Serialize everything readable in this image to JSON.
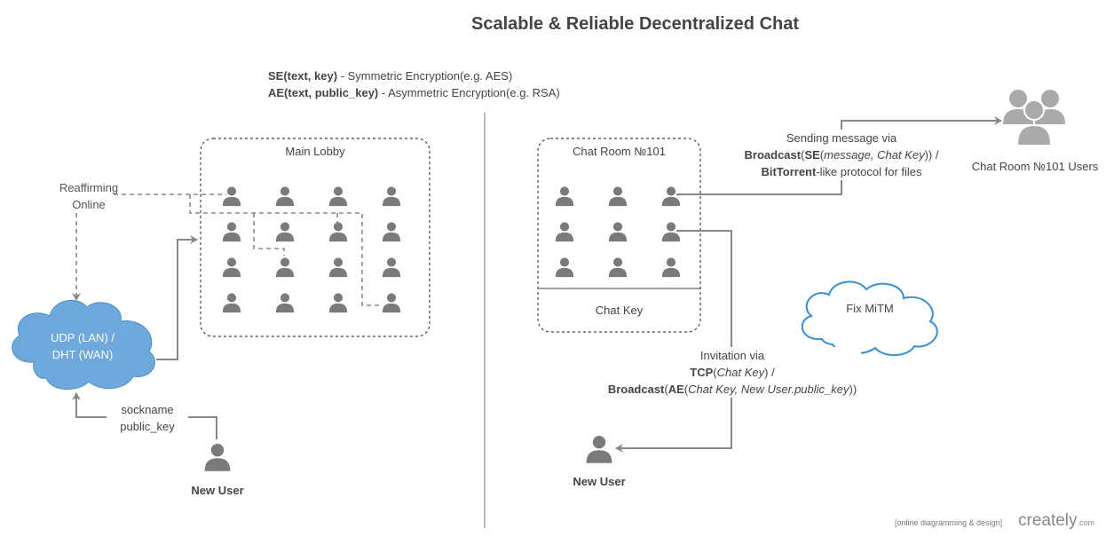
{
  "title": "Scalable & Reliable Decentralized Chat",
  "legend": {
    "se_term": "SE(text, key)",
    "se_desc": " - Symmetric Encryption(e.g. AES)",
    "ae_term": "AE(text, public_key)",
    "ae_desc": " - Asymmetric Encryption(e.g. RSA)"
  },
  "main_lobby": {
    "label": "Main Lobby"
  },
  "chat_room": {
    "label": "Chat Room №101",
    "key_label": "Chat Key"
  },
  "cloud": {
    "line1": "UDP (LAN) /",
    "line2": "DHT (WAN)"
  },
  "reaffirming": {
    "line1": "Reaffirming",
    "line2": "Online"
  },
  "new_user_left": {
    "label": "New User",
    "edge_line1": "sockname",
    "edge_line2": "public_key"
  },
  "new_user_right": {
    "label": "New User"
  },
  "sending": {
    "line1": "Sending message via",
    "line2_a": "Broadcast",
    "line2_b": "(",
    "line2_c": "SE",
    "line2_d": "(",
    "line2_e": "message, Chat Key",
    "line2_f": ")) /",
    "line3_a": "BitTorrent",
    "line3_b": "-like protocol for files"
  },
  "room_users": {
    "label": "Chat Room №101 Users"
  },
  "invitation": {
    "line1": "Invitation via",
    "line2_a": "TCP",
    "line2_b": "(",
    "line2_c": "Chat Key",
    "line2_d": ") /",
    "line3_a": "Broadcast",
    "line3_b": "(",
    "line3_c": "AE",
    "line3_d": "(",
    "line3_e": "Chat Key, New User.public_key",
    "line3_f": "))"
  },
  "thought": {
    "label": "Fix MiTM"
  },
  "watermark": {
    "tagline": "[online diagramming & design]",
    "brand": "creately",
    "suffix": ".com"
  },
  "colors": {
    "ink": "#444444",
    "icon": "#7a7a7a",
    "cloud": "#6fa8dc",
    "cloud_edge": "#4a90c8",
    "thought": "#3a8fd0",
    "brand_orange": "#f5a623"
  }
}
